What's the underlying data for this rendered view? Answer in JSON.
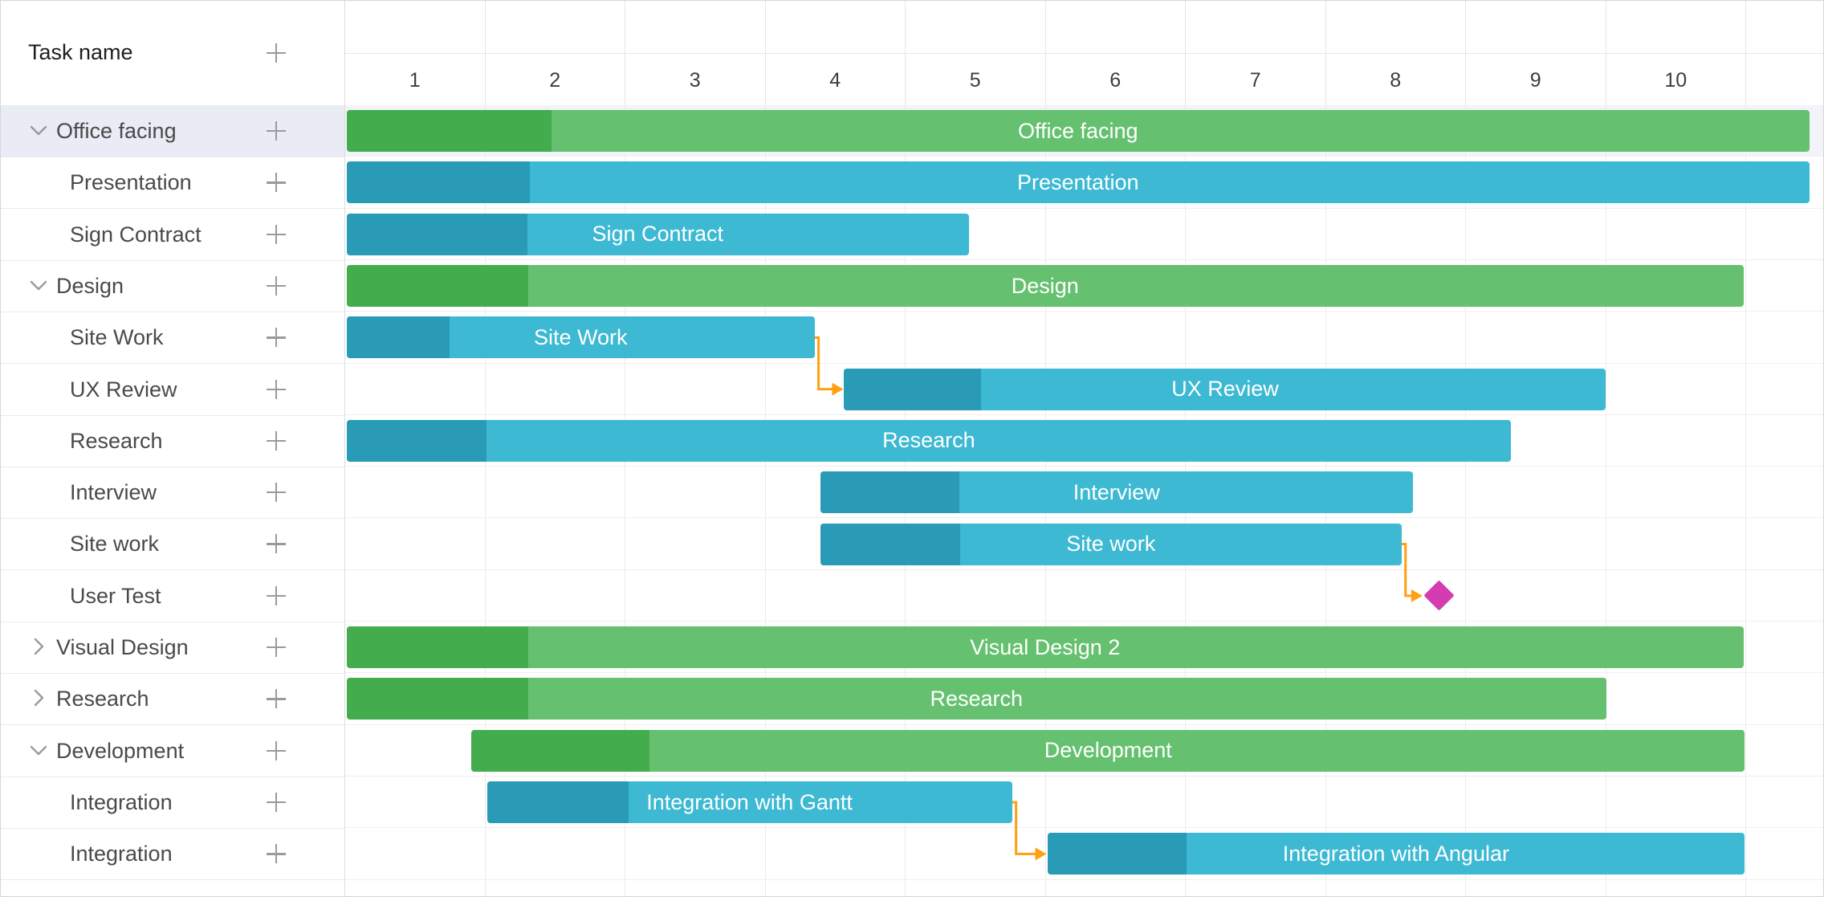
{
  "grid": {
    "header_label": "Task name",
    "rows": [
      {
        "label": "Office facing",
        "level": 0,
        "toggle": "open"
      },
      {
        "label": "Presentation",
        "level": 1
      },
      {
        "label": "Sign Contract",
        "level": 1
      },
      {
        "label": "Design",
        "level": 0,
        "toggle": "open"
      },
      {
        "label": "Site Work",
        "level": 1
      },
      {
        "label": "UX Review",
        "level": 1
      },
      {
        "label": "Research",
        "level": 1
      },
      {
        "label": "Interview",
        "level": 1
      },
      {
        "label": "Site work",
        "level": 1
      },
      {
        "label": "User Test",
        "level": 1
      },
      {
        "label": "Visual Design",
        "level": 0,
        "toggle": "closed"
      },
      {
        "label": "Research",
        "level": 0,
        "toggle": "closed"
      },
      {
        "label": "Development",
        "level": 0,
        "toggle": "open"
      },
      {
        "label": "Integration",
        "level": 1
      },
      {
        "label": "Integration",
        "level": 1
      }
    ]
  },
  "scale": {
    "labels": [
      "1",
      "2",
      "3",
      "4",
      "5",
      "6",
      "7",
      "8",
      "9",
      "10",
      ""
    ]
  },
  "tasks": [
    {
      "row": 0,
      "type": "summary",
      "label": "Office facing",
      "start": 0,
      "end": 10.45,
      "progress": 0.14
    },
    {
      "row": 1,
      "type": "task",
      "label": "Presentation",
      "start": 0,
      "end": 10.45,
      "progress": 0.125
    },
    {
      "row": 2,
      "type": "task",
      "label": "Sign Contract",
      "start": 0,
      "end": 4.45,
      "progress": 0.29
    },
    {
      "row": 3,
      "type": "summary",
      "label": "Design",
      "start": 0,
      "end": 9.98,
      "progress": 0.13
    },
    {
      "row": 4,
      "type": "task",
      "label": "Site Work",
      "start": 0,
      "end": 3.35,
      "progress": 0.22
    },
    {
      "row": 5,
      "type": "task",
      "label": "UX Review",
      "start": 3.55,
      "end": 9.0,
      "progress": 0.18
    },
    {
      "row": 6,
      "type": "task",
      "label": "Research",
      "start": 0,
      "end": 8.32,
      "progress": 0.12
    },
    {
      "row": 7,
      "type": "task",
      "label": "Interview",
      "start": 3.38,
      "end": 7.62,
      "progress": 0.235
    },
    {
      "row": 8,
      "type": "task",
      "label": "Site work",
      "start": 3.38,
      "end": 7.54,
      "progress": 0.24
    },
    {
      "row": 9,
      "type": "milestone",
      "label": "",
      "at": 7.81
    },
    {
      "row": 10,
      "type": "summary",
      "label": "Visual Design 2",
      "start": 0,
      "end": 9.98,
      "progress": 0.13
    },
    {
      "row": 11,
      "type": "summary",
      "label": "Research",
      "start": 0,
      "end": 9.0,
      "progress": 0.144
    },
    {
      "row": 12,
      "type": "summary",
      "label": "Development",
      "start": 0.89,
      "end": 9.99,
      "progress": 0.14
    },
    {
      "row": 13,
      "type": "task",
      "label": "Integration with Gantt",
      "start": 1.0,
      "end": 4.76,
      "progress": 0.27
    },
    {
      "row": 14,
      "type": "task",
      "label": "Integration with Angular",
      "start": 5.0,
      "end": 9.99,
      "progress": 0.2
    }
  ],
  "links": [
    {
      "from_row": 4,
      "to_row": 5
    },
    {
      "from_row": 8,
      "to_row": 9
    },
    {
      "from_row": 13,
      "to_row": 14
    }
  ],
  "colors": {
    "summary": "#65c16f",
    "summary_progress": "#43ad4e",
    "task": "#3db9d3",
    "task_progress": "#2a9bb6",
    "milestone": "#d33daf",
    "link": "#ffa011",
    "selected_row": "#e9ebf5"
  },
  "selected_row": 0
}
